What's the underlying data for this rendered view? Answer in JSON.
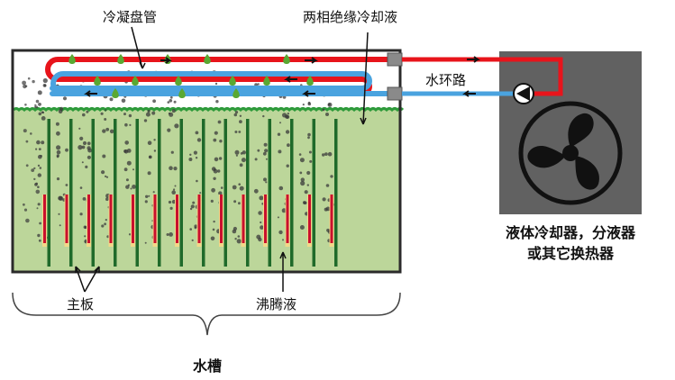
{
  "labels": {
    "coil": "冷凝盘管",
    "dielectric": "两相绝缘冷却液",
    "water_loop": "水环路",
    "chiller_line1": "液体冷却器，分液器",
    "chiller_line2": "或其它换热器",
    "boards": "主板",
    "boiling_liquid": "沸腾液",
    "tank": "水槽"
  },
  "colors": {
    "hot_pipe": "#e8141b",
    "cold_pipe": "#4aa3df",
    "liquid": "#bcd69a",
    "liquid_surface": "#2d9a3a",
    "board": "#1f6a2a",
    "chip": "#c8102e",
    "chip_base": "#f2d888",
    "droplet": "#5aa832",
    "chiller_box": "#616161",
    "fan": "#111111",
    "tank_border": "#2b2b2b"
  },
  "icons": {
    "fan": "fan-icon",
    "pump": "pump-icon",
    "droplet": "droplet-icon",
    "arrow": "arrow-icon"
  },
  "board_count": 14
}
